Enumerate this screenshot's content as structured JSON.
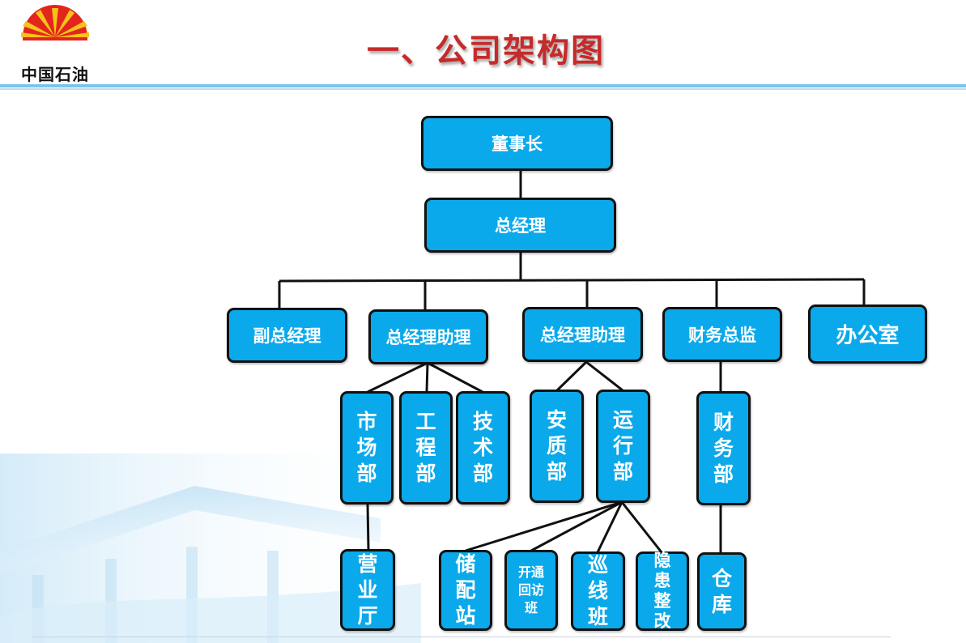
{
  "header": {
    "logo_text": "中国石油",
    "title": "一、公司架构图"
  },
  "org": {
    "chairman": "董事长",
    "gm": "总经理",
    "deputy_gm": "副总经理",
    "gm_assistant_1": "总经理助理",
    "gm_assistant_2": "总经理助理",
    "finance_director": "财务总监",
    "office": "办公室",
    "market_dept": "市场部",
    "engineering_dept": "工程部",
    "tech_dept": "技术部",
    "safety_quality_dept": "安质部",
    "operations_dept": "运行部",
    "finance_dept": "财务部",
    "business_hall": "营业厅",
    "storage_station": "储配站",
    "connection_visit_team": "开通回访班",
    "patrol_team": "巡线班",
    "hazard_rectification": "隐患整改",
    "warehouse": "仓库"
  },
  "colors": {
    "node_fill": "#0aa9eb",
    "node_border": "#111111",
    "title": "#c62a2a",
    "logo_red": "#e3261b",
    "logo_yellow": "#f7c21b"
  }
}
